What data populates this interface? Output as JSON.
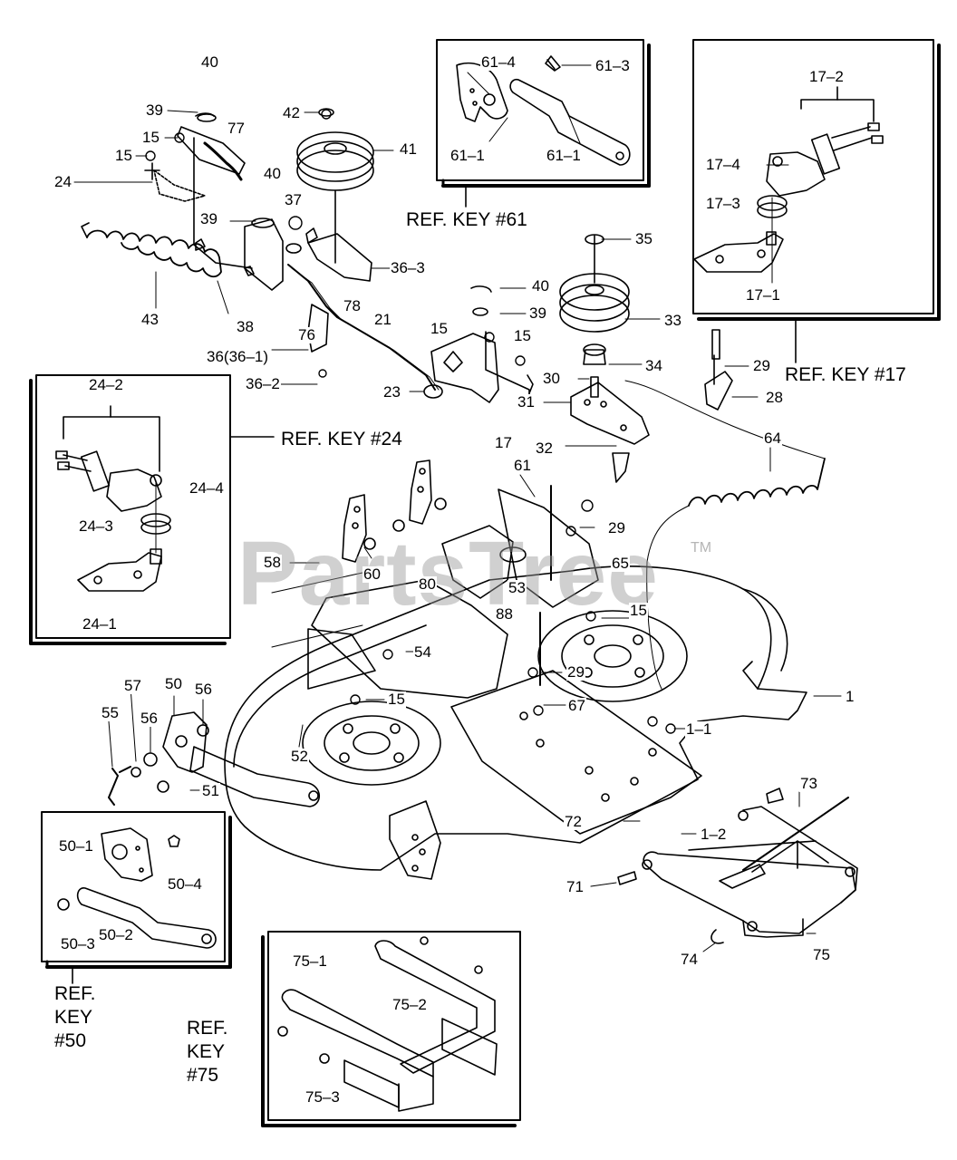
{
  "watermark": {
    "text": "PartsTree",
    "tm": "TM"
  },
  "inset_captions": {
    "ref61": "REF. KEY #61",
    "ref17": "REF. KEY #17",
    "ref24": "REF. KEY #24",
    "ref50": [
      "REF.",
      "KEY",
      "#50"
    ],
    "ref75": [
      "REF.",
      "KEY",
      "#75"
    ]
  },
  "part_labels": {
    "p40a": "40",
    "p39a": "39",
    "p77": "77",
    "p15a": "15",
    "p15b": "15",
    "p24": "24",
    "p42": "42",
    "p41": "41",
    "p40b": "40",
    "p37": "37",
    "p39b": "39",
    "p36_3": "36–3",
    "p43": "43",
    "p38": "38",
    "p78": "78",
    "p76": "76",
    "p21": "21",
    "p36_1": "36(36–1)",
    "p36_2": "36–2",
    "p23": "23",
    "p40c": "40",
    "p39c": "39",
    "p15c": "15",
    "p15d": "15",
    "p17": "17",
    "p35": "35",
    "p33": "33",
    "p34": "34",
    "p30": "30",
    "p31": "31",
    "p32": "32",
    "p29a": "29",
    "p28": "28",
    "p64": "64",
    "p61": "61",
    "p29b": "29",
    "p65": "65",
    "p58": "58",
    "p60": "60",
    "p80": "80",
    "p53": "53",
    "p88": "88",
    "p15e": "15",
    "p54": "54",
    "p29c": "29",
    "p67": "67",
    "p1": "1",
    "p1_1": "1–1",
    "p57": "57",
    "p50": "50",
    "p56a": "56",
    "p55": "55",
    "p56b": "56",
    "p15f": "15",
    "p52": "52",
    "p51": "51",
    "p73": "73",
    "p72": "72",
    "p1_2": "1–2",
    "p71": "71",
    "p74": "74",
    "p75": "75",
    "p61_4": "61–4",
    "p61_3": "61–3",
    "p61_1a": "61–1",
    "p61_1b": "61–1",
    "p17_2": "17–2",
    "p17_4": "17–4",
    "p17_3": "17–3",
    "p17_1": "17–1",
    "p24_2": "24–2",
    "p24_4": "24–4",
    "p24_3": "24–3",
    "p24_1": "24–1",
    "p50_1": "50–1",
    "p50_4": "50–4",
    "p50_3": "50–3",
    "p50_2": "50–2",
    "p75_1": "75–1",
    "p75_2": "75–2",
    "p75_3": "75–3"
  }
}
